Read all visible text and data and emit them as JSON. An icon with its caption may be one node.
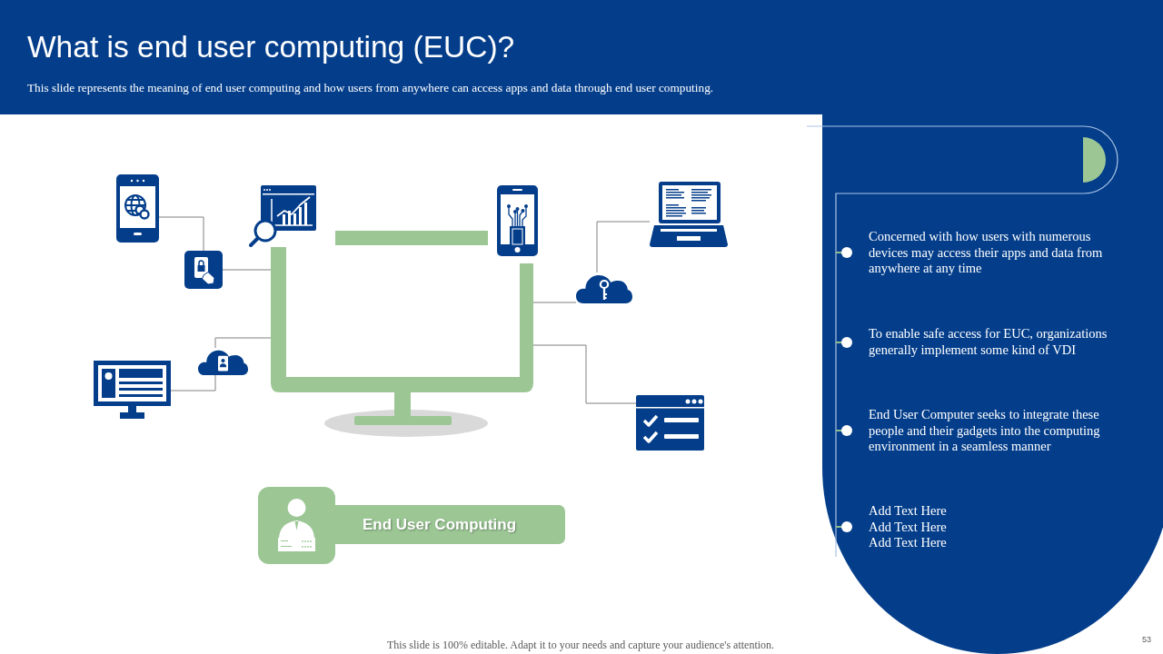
{
  "diagram": {
    "title": "What is end user computing (EUC)?",
    "nodes": [
      {
        "text": [],
        "shape": "picture"
      },
      {
        "text": [],
        "shape": "picture"
      },
      {
        "text": [],
        "shape": "picture"
      },
      {
        "text": [],
        "shape": "picture"
      },
      {
        "text": [],
        "shape": "picture"
      },
      {
        "text": [],
        "shape": "picture"
      },
      {
        "text": [],
        "shape": "picture"
      },
      {
        "text": [],
        "shape": "picture"
      },
      {
        "text": [
          "End User Computing"
        ]
      }
    ],
    "edges": [
      {
        "from": 0,
        "to": 1,
        "arrow": "none"
      },
      {
        "from": 1,
        "to": 4,
        "arrow": "none"
      },
      {
        "from": 2,
        "to": 3,
        "arrow": "none"
      },
      {
        "from": 3,
        "to": 4,
        "arrow": "none"
      },
      {
        "from": 4,
        "to": 6,
        "arrow": "none"
      },
      {
        "from": 6,
        "to": 5,
        "arrow": "none"
      },
      {
        "from": 4,
        "to": 7,
        "arrow": "none"
      }
    ],
    "labels": [
      "This slide represents the meaning of end user computing and how users from anywhere can access apps and data through end user computing.",
      "Concerned with how users with numerous devices may access their apps and data from anywhere at any time",
      "To enable safe access for EUC, organizations generally implement some kind of VDI",
      "End User Computer seeks to integrate these people and their gadgets into the computing environment in a seamless manner",
      "Add Text Here",
      "Add Text Here",
      "Add Text Here",
      "This slide is 100% editable. Adapt it to your needs and capture your audience's attention.",
      "53"
    ]
  }
}
